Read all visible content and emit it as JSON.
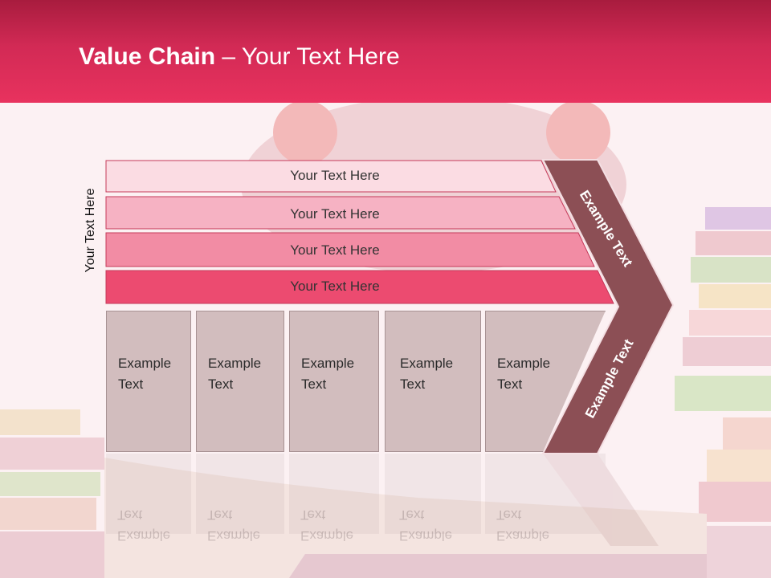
{
  "title": {
    "bold": "Value Chain",
    "rest": " – Your Text Here"
  },
  "side_label": "Your Text Here",
  "bars": [
    "Your Text Here",
    "Your Text Here",
    "Your Text Here",
    "Your Text Here"
  ],
  "boxes": [
    {
      "line1": "Example",
      "line2": "Text"
    },
    {
      "line1": "Example",
      "line2": "Text"
    },
    {
      "line1": "Example",
      "line2": "Text"
    },
    {
      "line1": "Example",
      "line2": "Text"
    },
    {
      "line1": "Example",
      "line2": "Text"
    }
  ],
  "arrow_upper": "Example Text",
  "arrow_lower": "Example Text",
  "colors": {
    "header": "#d22a55",
    "bar1": "#fbdce3",
    "bar2": "#f6b2c3",
    "bar3": "#f28ca4",
    "bar4": "#ec4b70",
    "chevron": "#8c4f55"
  }
}
